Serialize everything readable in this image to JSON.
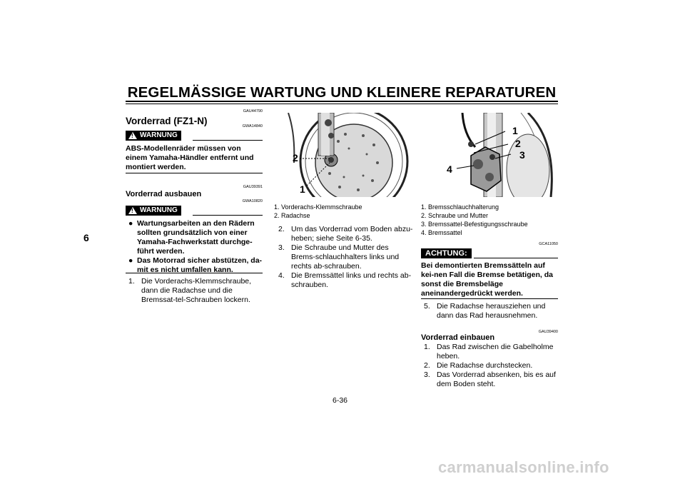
{
  "header": {
    "title": "REGELMÄSSIGE WARTUNG UND KLEINERE REPARATUREN"
  },
  "chapter_tab": "6",
  "left": {
    "code1": "GAU44790",
    "section_title": "Vorderrad (FZ1-N)",
    "code2": "GWA14840",
    "warning1_label": "WARNUNG",
    "warning1_text": "ABS-Modellenräder müssen von einem Yamaha-Händler entfernt und montiert werden.",
    "code3": "GAU39391",
    "subsection_title": "Vorderrad ausbauen",
    "code4": "GWA10820",
    "warning2_label": "WARNUNG",
    "warning2_bullets": [
      "Wartungsarbeiten an den Rädern sollten grundsätzlich von einer Yamaha-Fachwerkstatt durchge-führt werden.",
      "Das Motorrad sicher abstützen, da-mit es nicht umfallen kann."
    ],
    "bullet_symbol": "●",
    "steps": [
      {
        "num": "1.",
        "text": "Die Vorderachs-Klemmschraube, dann die Radachse und die Bremssat-tel-Schrauben lockern."
      }
    ]
  },
  "middle": {
    "photo_callouts": [
      "2",
      "1"
    ],
    "captions": [
      "1. Vorderachs-Klemmschraube",
      "2. Radachse"
    ],
    "steps": [
      {
        "num": "2.",
        "text": "Um das Vorderrad vom Boden abzu-heben; siehe Seite 6-35."
      },
      {
        "num": "3.",
        "text": "Die Schraube und Mutter des Brems-schlauchhalters links und rechts ab-schrauben."
      },
      {
        "num": "4.",
        "text": "Die Bremssättel links und rechts ab-schrauben."
      }
    ]
  },
  "right": {
    "photo_callouts": [
      "1",
      "2",
      "3",
      "4"
    ],
    "captions": [
      "1. Bremsschlauchhalterung",
      "2. Schraube und Mutter",
      "3. Bremssattel-Befestigungsschraube",
      "4. Bremssattel"
    ],
    "code1": "GCA11050",
    "notice_label": "ACHTUNG:",
    "notice_text": "Bei demontierten Bremssätteln auf kei-nen Fall die Bremse betätigen, da sonst die Bremsbeläge aneinandergedrückt werden.",
    "steps_a": [
      {
        "num": "5.",
        "text": "Die Radachse herausziehen und dann das Rad herausnehmen."
      }
    ],
    "code2": "GAU39400",
    "subsection_title": "Vorderrad einbauen",
    "steps_b": [
      {
        "num": "1.",
        "text": "Das Rad zwischen die Gabelholme heben."
      },
      {
        "num": "2.",
        "text": "Die Radachse durchstecken."
      },
      {
        "num": "3.",
        "text": "Das Vorderrad absenken, bis es auf dem Boden steht."
      }
    ]
  },
  "page_number": "6-36",
  "watermark": "carmanualsonline.info"
}
